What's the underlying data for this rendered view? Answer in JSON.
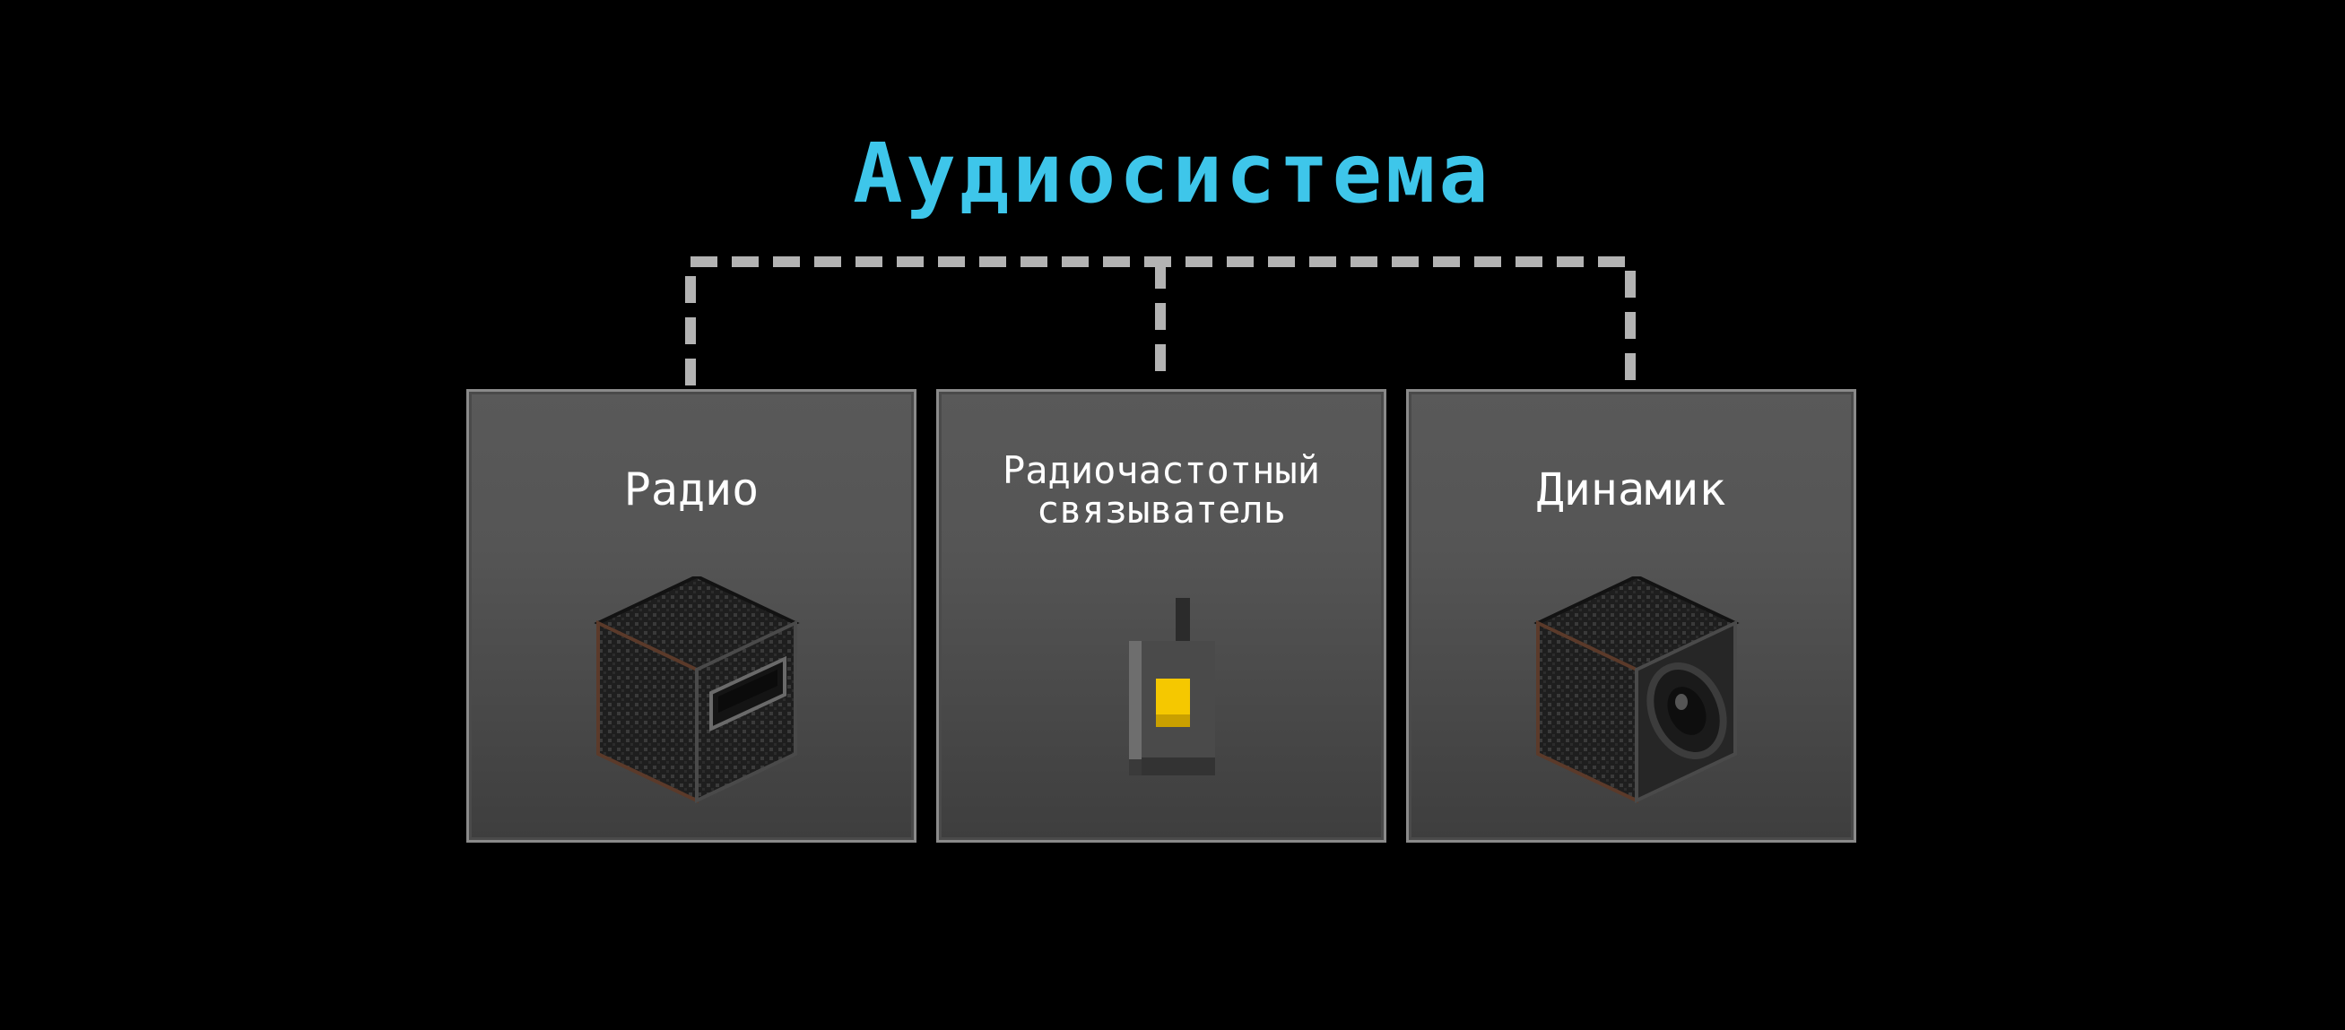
{
  "title": "Аудиосистема",
  "cards": [
    {
      "label": "Радио",
      "icon": "radio-block-icon"
    },
    {
      "label": "Радиочастотный\nсвязыватель",
      "icon": "radio-frequency-binder-icon"
    },
    {
      "label": "Динамик",
      "icon": "speaker-block-icon"
    }
  ],
  "colors": {
    "title": "#3ec6ea",
    "connector": "#b3b3b3",
    "card_top": "#595959",
    "card_bottom": "#3e3e3e",
    "card_border": "#8a8a8a",
    "binder_light": "#f5c800"
  }
}
